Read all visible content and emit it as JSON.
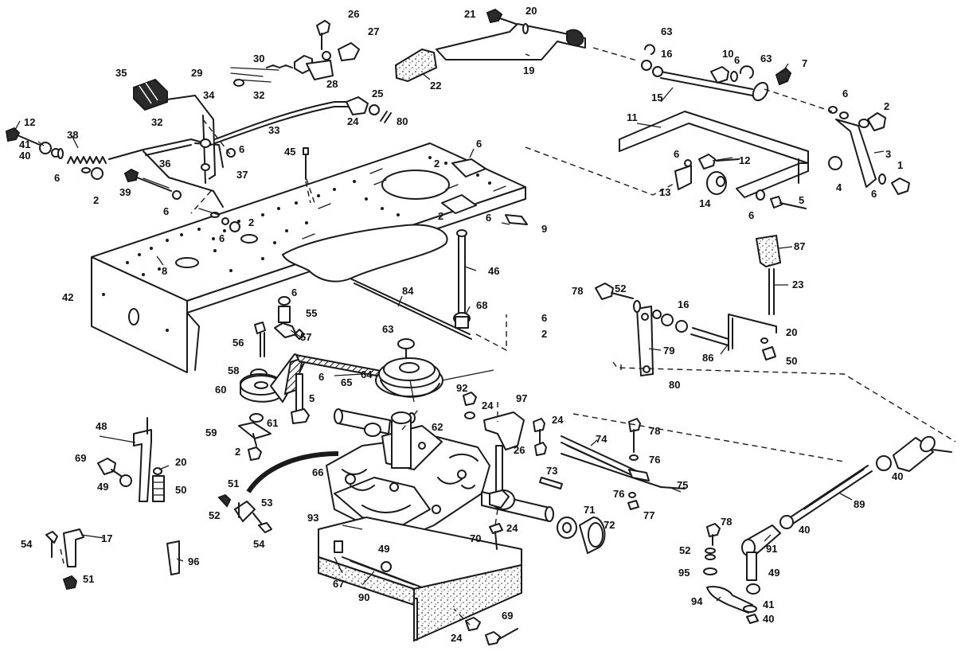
{
  "labels": [
    "1",
    "2",
    "3",
    "4",
    "5",
    "6",
    "7",
    "8",
    "9",
    "10",
    "11",
    "12",
    "13",
    "14",
    "15",
    "16",
    "17",
    "19",
    "20",
    "21",
    "22",
    "23",
    "24",
    "25",
    "26",
    "27",
    "28",
    "29",
    "30",
    "32",
    "33",
    "34",
    "35",
    "36",
    "37",
    "38",
    "39",
    "40",
    "41",
    "42",
    "45",
    "46",
    "48",
    "49",
    "50",
    "51",
    "52",
    "53",
    "54",
    "55",
    "56",
    "57",
    "58",
    "59",
    "60",
    "61",
    "62",
    "63",
    "64",
    "65",
    "66",
    "67",
    "68",
    "69",
    "70",
    "71",
    "72",
    "73",
    "74",
    "75",
    "76",
    "77",
    "78",
    "79",
    "80",
    "84",
    "86",
    "87",
    "89",
    "90",
    "91",
    "92",
    "93",
    "94",
    "95",
    "96",
    "97"
  ],
  "colors": {
    "ink": "#1a1a1a",
    "paper": "#ffffff"
  }
}
